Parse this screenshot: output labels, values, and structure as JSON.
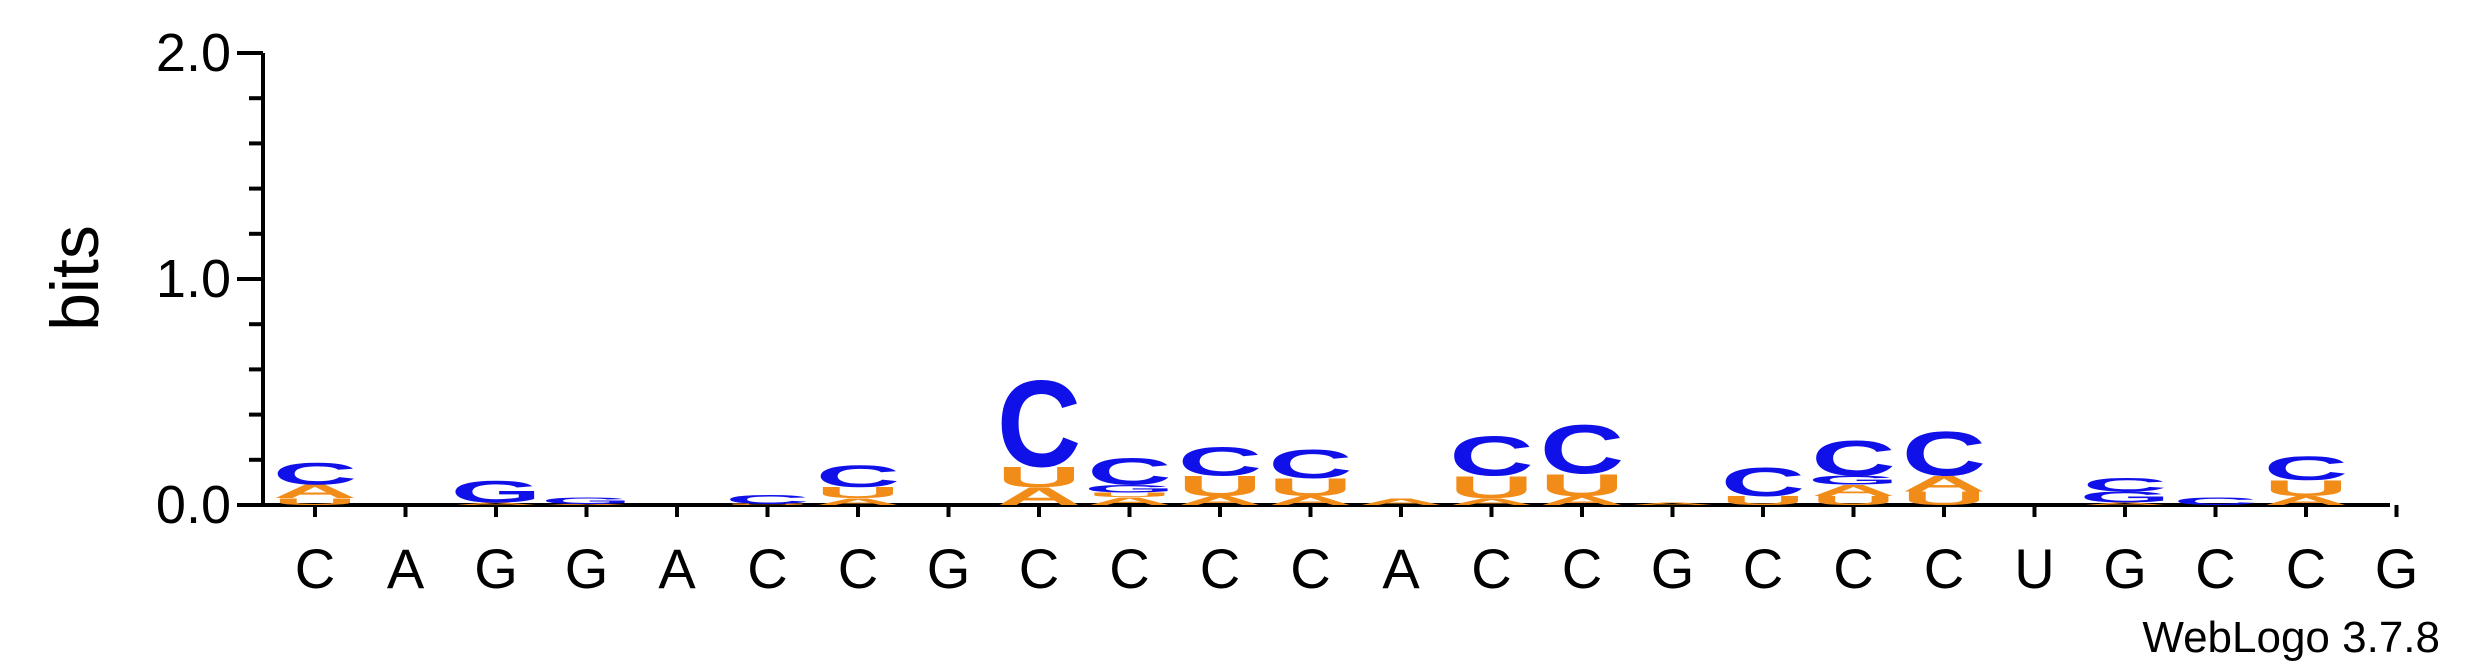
{
  "chart_data": {
    "type": "sequence-logo",
    "ylabel": "bits",
    "ylim": [
      0,
      2.0
    ],
    "yticks": [
      "0.0",
      "1.0",
      "2.0"
    ],
    "credit": "WebLogo 3.7.8",
    "colors": {
      "A": "#f28c18",
      "U": "#f28c18",
      "C": "#1010e8",
      "G": "#1010e8"
    },
    "positions": [
      {
        "label": "C",
        "stack": [
          {
            "l": "U",
            "v": 0.03
          },
          {
            "l": "A",
            "v": 0.06
          },
          {
            "l": "C",
            "v": 0.1
          }
        ]
      },
      {
        "label": "A",
        "stack": []
      },
      {
        "label": "G",
        "stack": [
          {
            "l": "A",
            "v": 0.01
          },
          {
            "l": "G",
            "v": 0.1
          }
        ]
      },
      {
        "label": "G",
        "stack": [
          {
            "l": "A",
            "v": 0.005
          },
          {
            "l": "G",
            "v": 0.03
          }
        ]
      },
      {
        "label": "A",
        "stack": []
      },
      {
        "label": "C",
        "stack": [
          {
            "l": "U",
            "v": 0.005
          },
          {
            "l": "C",
            "v": 0.04
          }
        ]
      },
      {
        "label": "C",
        "stack": [
          {
            "l": "A",
            "v": 0.03
          },
          {
            "l": "U",
            "v": 0.05
          },
          {
            "l": "C",
            "v": 0.1
          }
        ]
      },
      {
        "label": "G",
        "stack": []
      },
      {
        "label": "C",
        "stack": [
          {
            "l": "A",
            "v": 0.08
          },
          {
            "l": "U",
            "v": 0.09
          },
          {
            "l": "C",
            "v": 0.39
          }
        ]
      },
      {
        "label": "C",
        "stack": [
          {
            "l": "A",
            "v": 0.035
          },
          {
            "l": "U",
            "v": 0.02
          },
          {
            "l": "G",
            "v": 0.035
          },
          {
            "l": "C",
            "v": 0.12
          }
        ]
      },
      {
        "label": "C",
        "stack": [
          {
            "l": "A",
            "v": 0.04
          },
          {
            "l": "U",
            "v": 0.09
          },
          {
            "l": "C",
            "v": 0.13
          }
        ]
      },
      {
        "label": "C",
        "stack": [
          {
            "l": "A",
            "v": 0.04
          },
          {
            "l": "U",
            "v": 0.08
          },
          {
            "l": "C",
            "v": 0.13
          }
        ]
      },
      {
        "label": "A",
        "stack": [
          {
            "l": "A",
            "v": 0.03
          }
        ]
      },
      {
        "label": "C",
        "stack": [
          {
            "l": "A",
            "v": 0.03
          },
          {
            "l": "U",
            "v": 0.1
          },
          {
            "l": "C",
            "v": 0.18
          }
        ]
      },
      {
        "label": "C",
        "stack": [
          {
            "l": "A",
            "v": 0.04
          },
          {
            "l": "U",
            "v": 0.1
          },
          {
            "l": "C",
            "v": 0.22
          }
        ]
      },
      {
        "label": "G",
        "stack": [
          {
            "l": "A",
            "v": 0.01
          }
        ]
      },
      {
        "label": "C",
        "stack": [
          {
            "l": "U",
            "v": 0.04
          },
          {
            "l": "C",
            "v": 0.13
          }
        ]
      },
      {
        "label": "C",
        "stack": [
          {
            "l": "U",
            "v": 0.04
          },
          {
            "l": "A",
            "v": 0.05
          },
          {
            "l": "G",
            "v": 0.04
          },
          {
            "l": "C",
            "v": 0.16
          }
        ]
      },
      {
        "label": "C",
        "stack": [
          {
            "l": "U",
            "v": 0.06
          },
          {
            "l": "A",
            "v": 0.07
          },
          {
            "l": "C",
            "v": 0.2
          }
        ]
      },
      {
        "label": "U",
        "stack": []
      },
      {
        "label": "G",
        "stack": [
          {
            "l": "A",
            "v": 0.01
          },
          {
            "l": "G",
            "v": 0.05
          },
          {
            "l": "C",
            "v": 0.06
          }
        ]
      },
      {
        "label": "C",
        "stack": [
          {
            "l": "C",
            "v": 0.035
          }
        ]
      },
      {
        "label": "C",
        "stack": [
          {
            "l": "A",
            "v": 0.04
          },
          {
            "l": "U",
            "v": 0.07
          },
          {
            "l": "C",
            "v": 0.11
          }
        ]
      },
      {
        "label": "G",
        "stack": []
      }
    ]
  }
}
